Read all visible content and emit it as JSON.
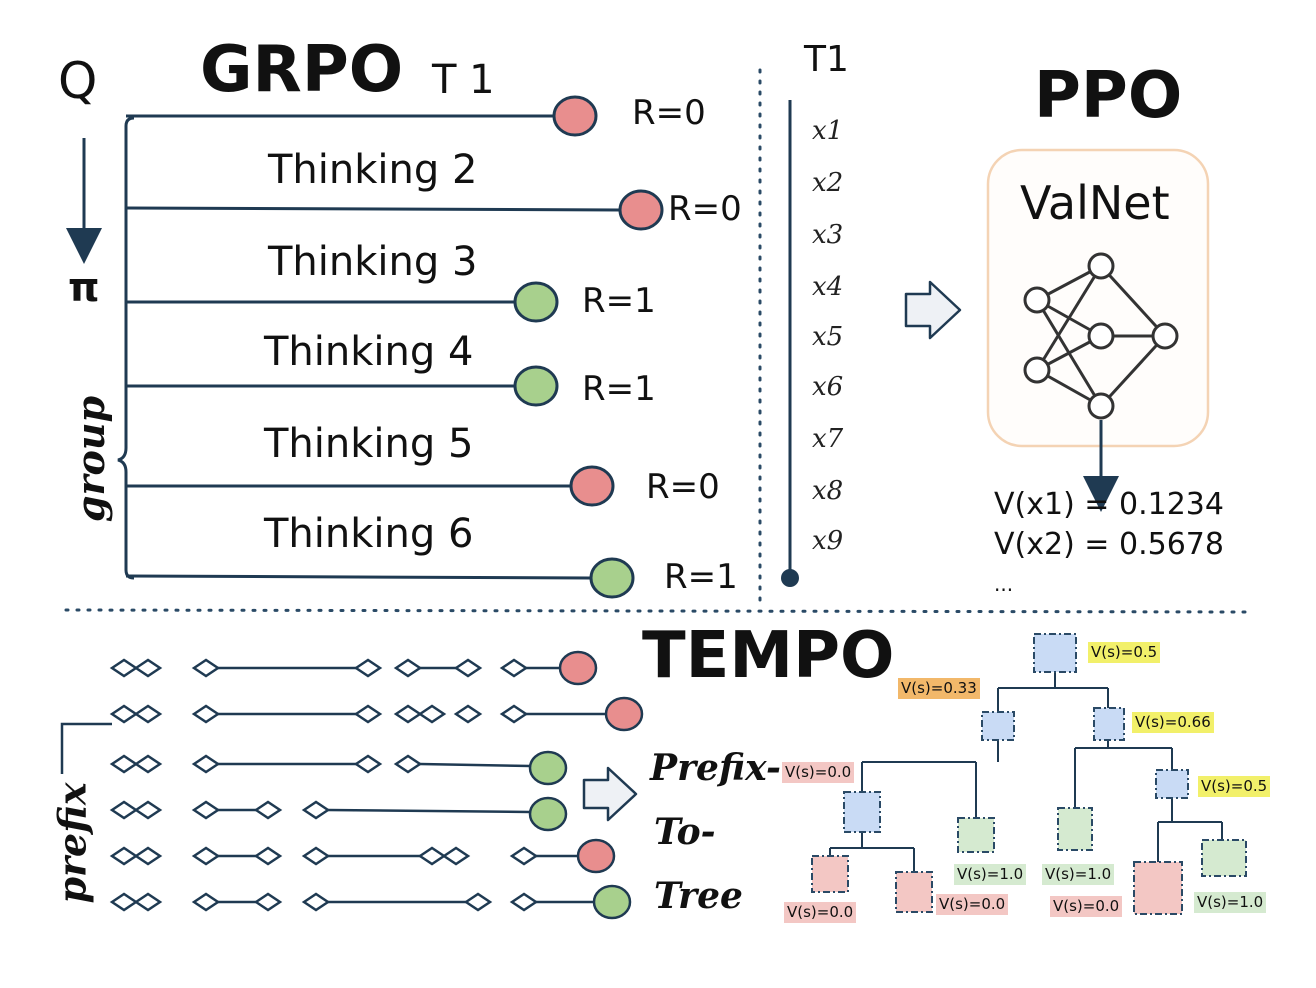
{
  "grpo": {
    "title": "GRPO",
    "query": "Q",
    "policy": "π",
    "group": "group",
    "t1": "T 1",
    "thinking": [
      {
        "label": "Thinking 2"
      },
      {
        "label": "Thinking 3"
      },
      {
        "label": "Thinking 4"
      },
      {
        "label": "Thinking 5"
      },
      {
        "label": "Thinking 6"
      }
    ],
    "rewards": [
      "R=0",
      "R=0",
      "R=1",
      "R=1",
      "R=0",
      "R=1"
    ]
  },
  "trajectory": {
    "t1": "T1",
    "tokens": [
      "x1",
      "x2",
      "x3",
      "x4",
      "x5",
      "x6",
      "x7",
      "x8",
      "x9"
    ]
  },
  "ppo": {
    "title": "PPO",
    "network": "ValNet",
    "values": [
      "V(x1) = 0.1234",
      "V(x2) = 0.5678",
      "..."
    ]
  },
  "tempo": {
    "title": "TEMPO",
    "prefix": "prefix",
    "prefix_to_tree": [
      "Prefix-",
      "To-",
      "Tree"
    ],
    "tree_values": [
      {
        "text": "V(s)=0.5",
        "color": "yellow"
      },
      {
        "text": "V(s)=0.33",
        "color": "orange"
      },
      {
        "text": "V(s)=0.66",
        "color": "yellow"
      },
      {
        "text": "V(s)=0.0",
        "color": "pink"
      },
      {
        "text": "V(s)=0.5",
        "color": "yellow"
      },
      {
        "text": "V(s)=1.0",
        "color": "green"
      },
      {
        "text": "V(s)=1.0",
        "color": "green"
      },
      {
        "text": "V(s)=0.0",
        "color": "pink"
      },
      {
        "text": "V(s)=0.0",
        "color": "pink"
      },
      {
        "text": "V(s)=0.0",
        "color": "pink"
      },
      {
        "text": "V(s)=1.0",
        "color": "green"
      }
    ]
  },
  "colors": {
    "line": "#1f3a52",
    "reward_zero": "#e88e8e",
    "reward_one": "#a8d08d",
    "node_blue": "#c9dbf5",
    "node_green": "#d5ead0",
    "node_pink": "#f3c7c4",
    "valnet_border": "#f4d3b4"
  }
}
